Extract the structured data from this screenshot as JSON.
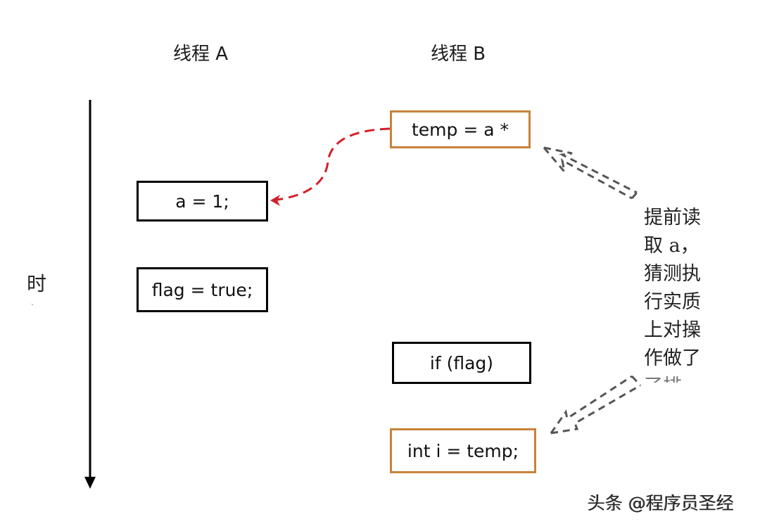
{
  "headers": {
    "thread_a": "线程 A",
    "thread_b": "线程 B"
  },
  "time_axis": {
    "label": "时",
    "label_clipped": "、",
    "direction": "down"
  },
  "thread_a_boxes": [
    {
      "code": "a = 1;",
      "style": "black"
    },
    {
      "code": "flag = true;",
      "style": "black"
    }
  ],
  "thread_b_boxes": [
    {
      "code": "temp = a *",
      "style": "orange"
    },
    {
      "code": "if (flag)",
      "style": "black"
    },
    {
      "code": "int i = temp;",
      "style": "orange"
    }
  ],
  "annotation": {
    "lines": [
      "提前读",
      "取 a，",
      "猜测执",
      "行实质",
      "上对操",
      "作做了",
      "了排"
    ]
  },
  "arrows": {
    "read_arrow": {
      "from": "temp = a *",
      "to": "a = 1;",
      "color": "#d0202a",
      "style": "dashed-curve"
    },
    "note_arrows_color": "#555555"
  },
  "colors": {
    "orange_border": "#c8823a",
    "black_border": "#000000",
    "red_arrow": "#d0202a"
  },
  "watermark": "头条 @程序员圣经"
}
